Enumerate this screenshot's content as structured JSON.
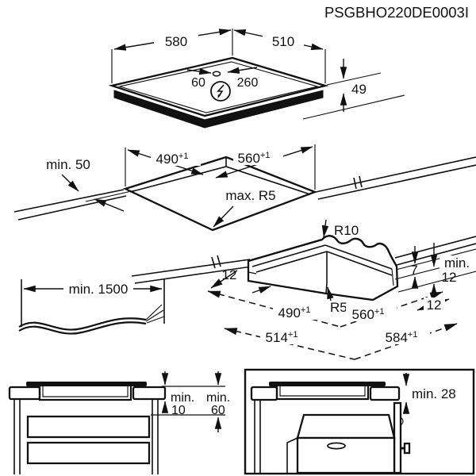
{
  "title": "PSGBHO220DE0003I",
  "accent_color": "#111111",
  "hob_view": {
    "width": "580",
    "depth": "510",
    "height": "49",
    "cord_offset_left": "60",
    "cord_offset_right": "260",
    "power_icon": "lightning-in-circle"
  },
  "cutout_view": {
    "front_clearance": "min. 50",
    "cutout_depth": "490",
    "cutout_width": "560",
    "tolerance": "+1",
    "corner_radius": "max. R5"
  },
  "corner_detail": {
    "outer_radius": "R10",
    "inner_radius": "R5",
    "ledge_left": "12",
    "step_depth": "7",
    "min_label": "min.",
    "min_thickness": "12",
    "ledge_right": "12",
    "inner_depth": "490",
    "inner_width": "560",
    "outer_depth": "514",
    "outer_width": "584",
    "tolerance": "+1"
  },
  "cable_view": {
    "min_length": "min. 1500"
  },
  "cabinet_view": {
    "min_label_1": "min.",
    "gap_value": "10",
    "min_label_2": "min.",
    "clearance_value": "60"
  },
  "oven_view": {
    "min_clearance": "min. 28"
  }
}
